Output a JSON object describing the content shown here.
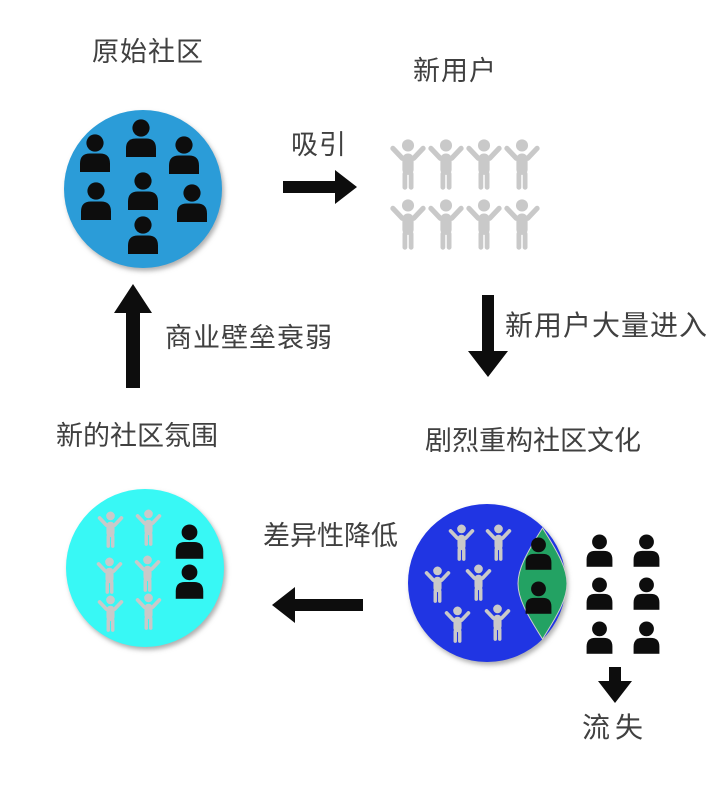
{
  "colors": {
    "original_circle": "#2B9CD8",
    "restructured_circle": "#2035E3",
    "lens_green": "#23A263",
    "atmosphere_circle": "#38F8F5",
    "person_gray": "#C9C9C9",
    "person_dark": "#0D0D0D",
    "arrow_black": "#0D0D0D",
    "label_text": "#404040"
  },
  "nodes": {
    "original_community": {
      "label": "原始社区"
    },
    "new_users": {
      "label": "新用户"
    },
    "restructured_culture": {
      "label": "剧烈重构社区文化"
    },
    "new_atmosphere": {
      "label": "新的社区氛围"
    },
    "churn": {
      "label": "流失"
    }
  },
  "edges": {
    "attract": {
      "label": "吸引",
      "direction": "right"
    },
    "mass_entry": {
      "label": "新用户大量进入",
      "direction": "down"
    },
    "diff_decrease": {
      "label": "差异性降低",
      "direction": "left"
    },
    "barrier_weaken": {
      "label": "商业壁垒衰弱",
      "direction": "up"
    },
    "churn_out": {
      "label": "",
      "direction": "down"
    }
  },
  "groups": {
    "original_members": {
      "icon": "bust",
      "count": 7,
      "color": "person_dark"
    },
    "new_users_crowd": {
      "icon": "cheer",
      "count": 8,
      "color": "person_gray"
    },
    "restructured_majority": {
      "icon": "cheer",
      "count": 6,
      "color": "person_gray"
    },
    "lens_members": {
      "icon": "bust",
      "count": 2,
      "color": "person_dark"
    },
    "leaving_members": {
      "icon": "bust",
      "count": 6,
      "color": "person_dark"
    },
    "atmosphere_majority": {
      "icon": "cheer",
      "count": 6,
      "color": "person_gray"
    },
    "atmosphere_minority": {
      "icon": "bust",
      "count": 2,
      "color": "person_dark"
    }
  }
}
